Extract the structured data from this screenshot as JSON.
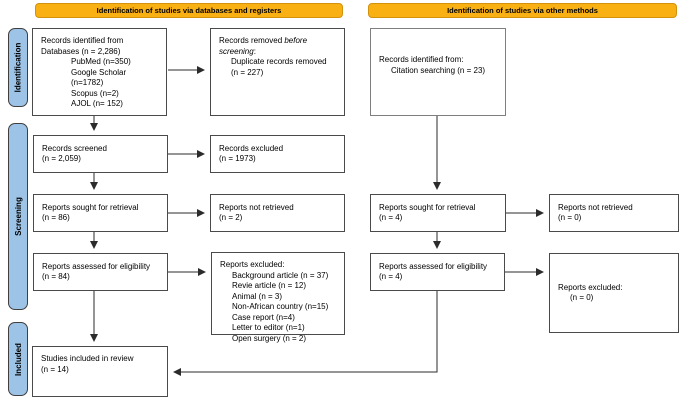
{
  "banners": {
    "databases": "Identification of studies via databases and registers",
    "other_methods": "Identification of studies via other methods"
  },
  "stages": {
    "identification": "Identification",
    "screening": "Screening",
    "included": "Included"
  },
  "boxes": {
    "records_identified_db": {
      "line1": "Records identified from",
      "line2": "Databases (n = 2,286)",
      "items": [
        "PubMed (n=350)",
        "Google Scholar",
        "(n=1782)",
        "Scopus (n=2)",
        "AJOL (n= 152)"
      ]
    },
    "records_removed": {
      "prefix": "Records removed ",
      "emphasis": "before screening",
      "suffix": ":",
      "items": [
        "Duplicate records removed",
        "(n = 227)"
      ]
    },
    "records_identified_other": {
      "line1": "Records identified from:",
      "items": [
        "Citation searching (n = 23)"
      ]
    },
    "records_screened": {
      "line1": "Records screened",
      "line2": "(n = 2,059)"
    },
    "records_excluded": {
      "line1": "Records excluded",
      "line2": "(n = 1973)"
    },
    "reports_sought_db": {
      "line1": "Reports sought for retrieval",
      "line2": "(n = 86)"
    },
    "reports_not_retrieved_db": {
      "line1": "Reports not retrieved",
      "line2": "(n = 2)"
    },
    "reports_assessed_db": {
      "line1": "Reports assessed for eligibility",
      "line2": "(n = 84)"
    },
    "reports_excluded_db": {
      "line1": "Reports excluded:",
      "items": [
        "Background article (n = 37)",
        "Revie article (n = 12)",
        "Animal (n = 3)",
        "Non-African country (n=15)",
        "Case report (n=4)",
        "Letter to editor (n=1)",
        "Open surgery (n = 2)"
      ]
    },
    "reports_sought_other": {
      "line1": "Reports sought for retrieval",
      "line2": "(n = 4)"
    },
    "reports_not_retrieved_other": {
      "line1": "Reports not retrieved",
      "line2": "(n = 0)"
    },
    "reports_assessed_other": {
      "line1": "Reports assessed for eligibility",
      "line2": "(n = 4)"
    },
    "reports_excluded_other": {
      "line1": "Reports excluded:",
      "line2": "(n = 0)"
    },
    "studies_included": {
      "line1": "Studies included in review",
      "line2": "(n = 14)"
    }
  },
  "colors": {
    "banner": "#F9B013",
    "stage_fill": "#9DC3E6",
    "box_border": "#4A4A4A",
    "arrow": "#2B2B2B"
  }
}
